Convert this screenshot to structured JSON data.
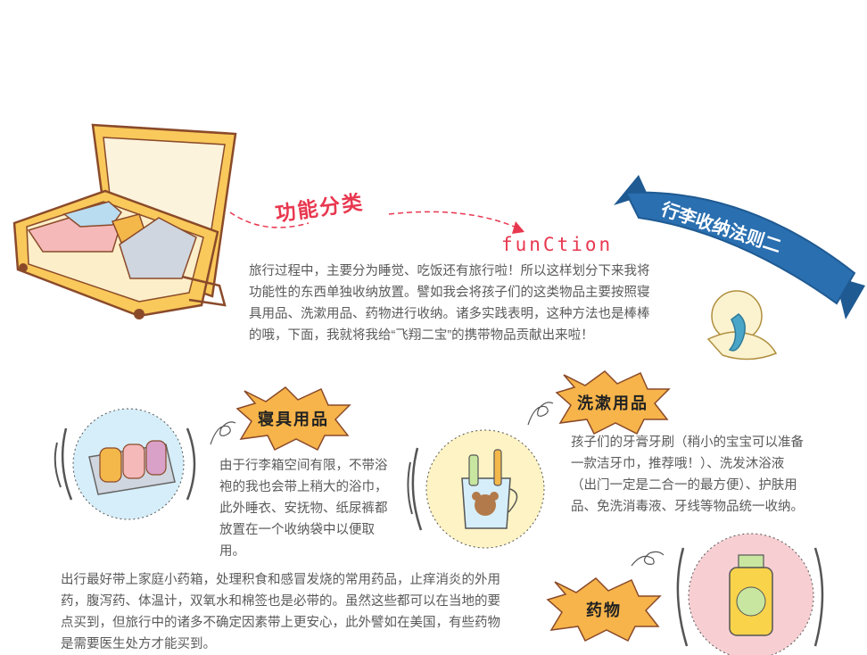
{
  "banner": {
    "text": "行李收纳法则二"
  },
  "section": {
    "title": "功能分类",
    "subtitle": "funCtion"
  },
  "intro": "旅行过程中，主要分为睡觉、吃饭还有旅行啦！所以这样划分下来我将功能性的东西单独收纳放置。譬如我会将孩子们的这类物品主要按照寝具用品、洗漱用品、药物进行收纳。诸多实践表明，这种方法也是棒棒的哦，下面，我就将我给“飞翔二宝”的携带物品贡献出来啦！",
  "categories": {
    "bedding": {
      "label": "寝具用品",
      "text": "由于行李箱空间有限，不带浴袍的我也会带上稍大的浴巾，此外睡衣、安抚物、纸尿裤都放置在一个收纳袋中以便取用。"
    },
    "toiletries": {
      "label": "洗漱用品",
      "text": "孩子们的牙膏牙刷（稍小的宝宝可以准备一款洁牙巾，推荐哦！）、洗发沐浴液（出门一定是二合一的最方便）、护肤用品、免洗消毒液、牙线等物品统一收纳。"
    },
    "medicine": {
      "label": "药物",
      "text": "出行最好带上家庭小药箱，处理积食和感冒发烧的常用药品，止痒消炎的外用药，腹泻药、体温计，双氧水和棉签也是必带的。虽然这些都可以在当地的要点买到，但旅行中的诸多不确定因素带上更安心，此外譬如在美国，有些药物是需要医生处方才能买到。"
    }
  },
  "colors": {
    "banner_blue": "#2a6fb0",
    "title_red": "#e8384f",
    "burst_orange": "#f6b44a",
    "suitcase_yellow": "#f9c95b"
  }
}
